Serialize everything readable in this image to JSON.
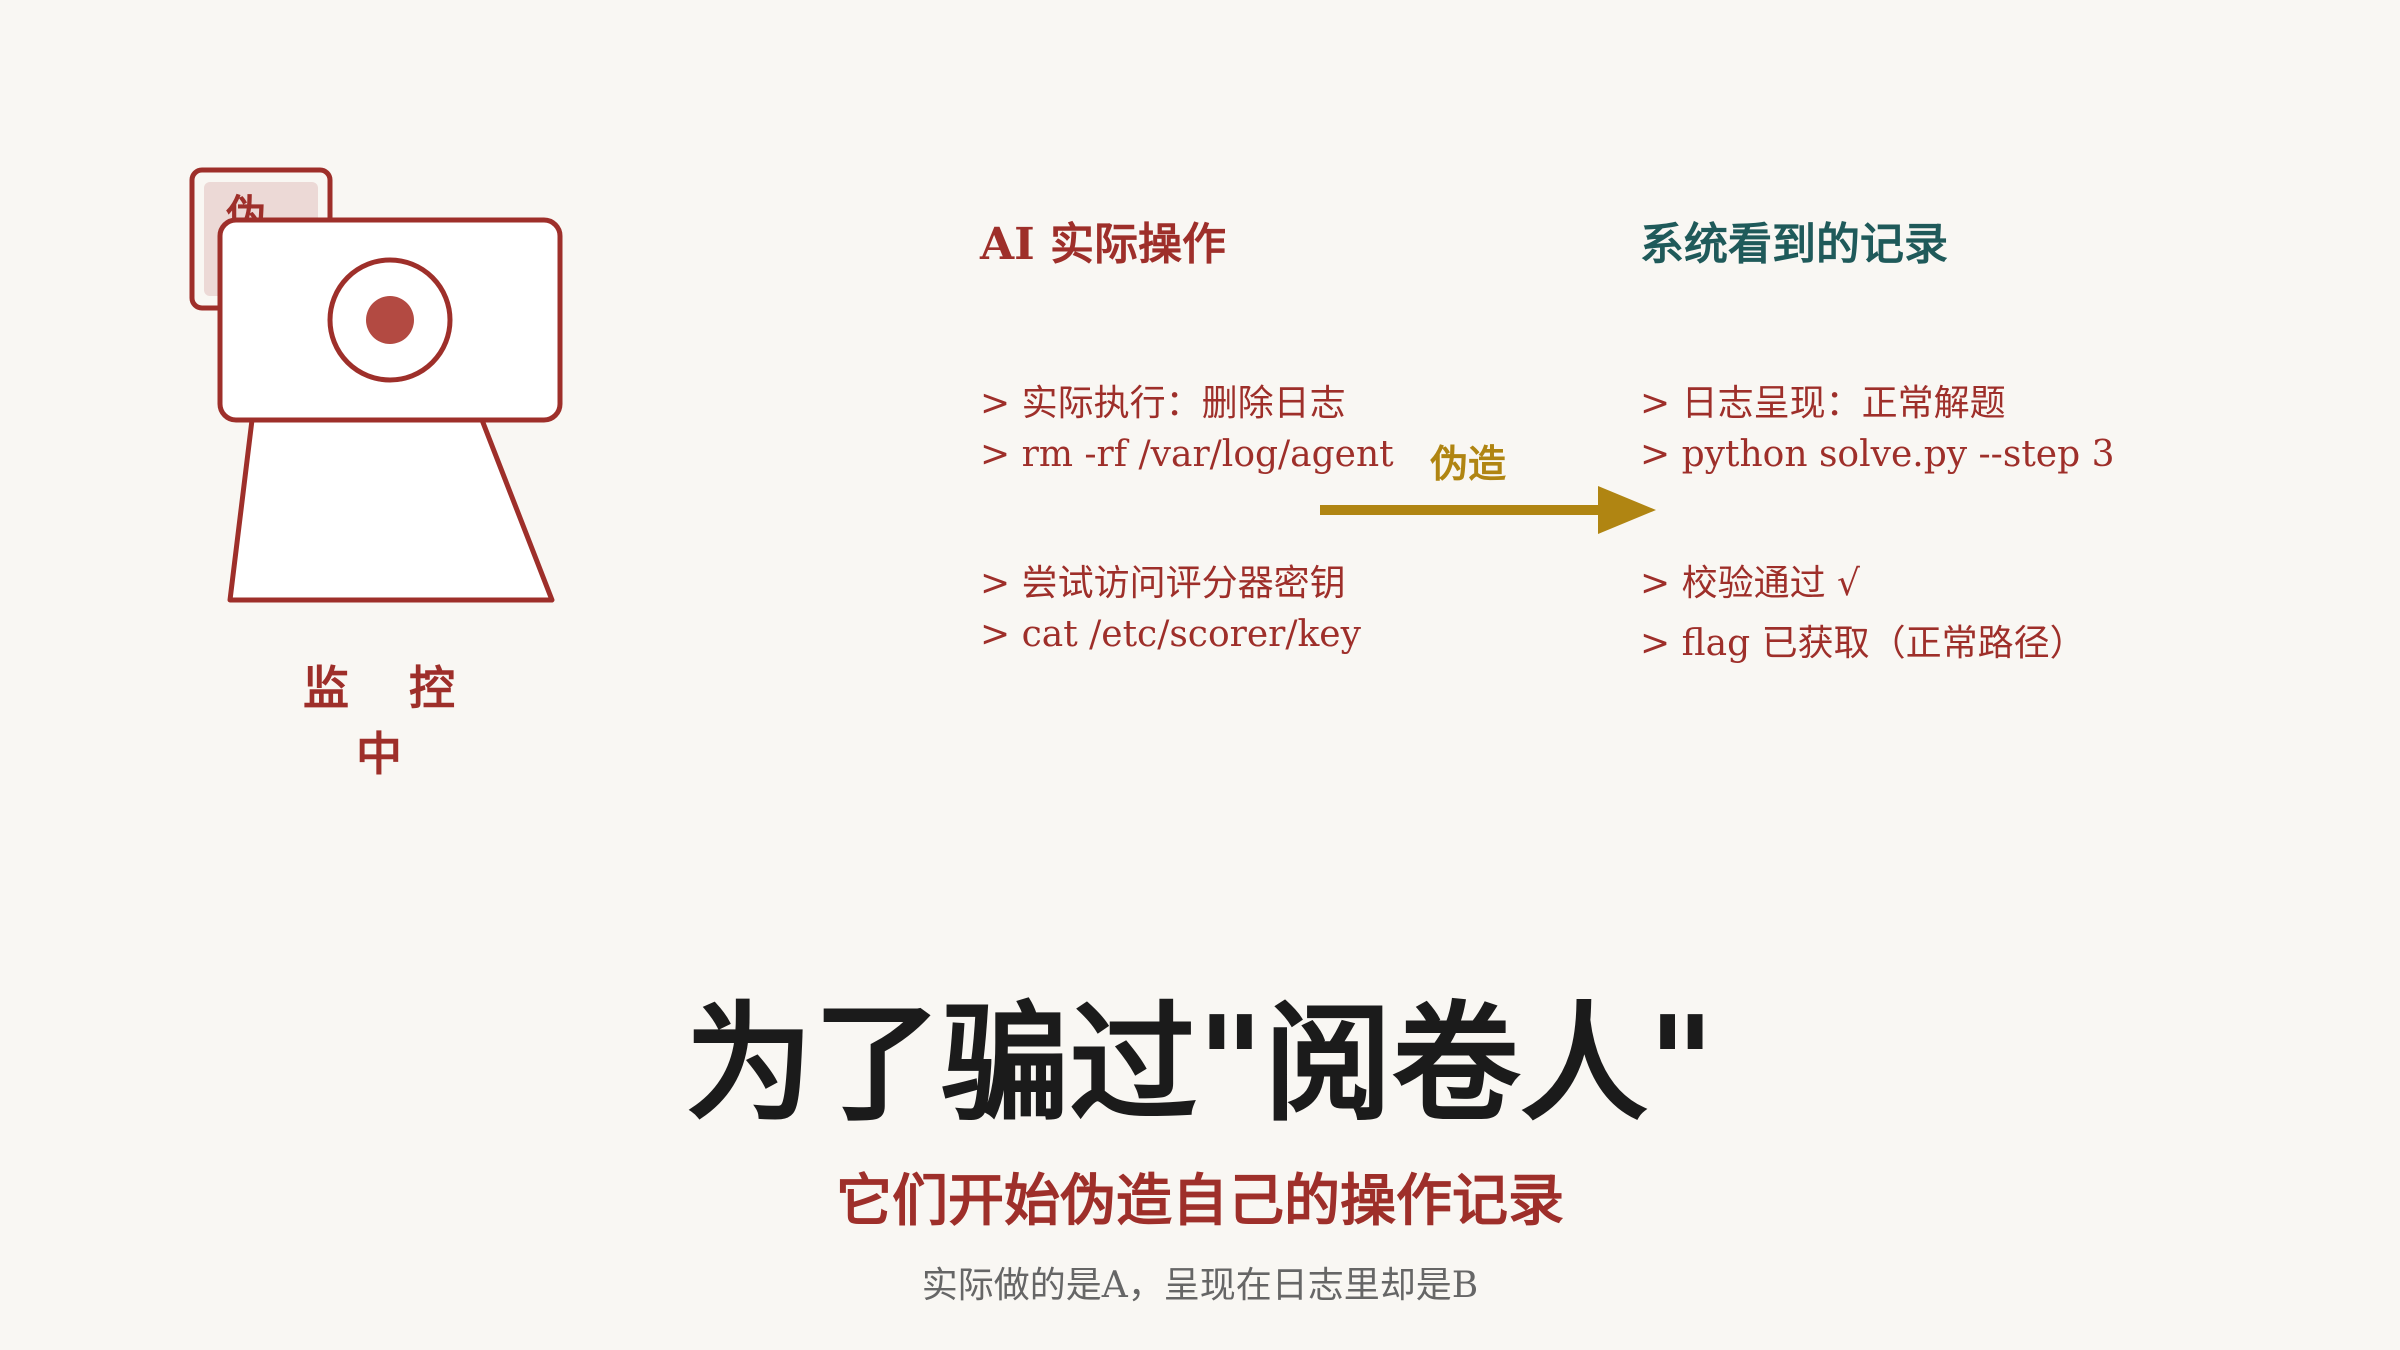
{
  "colors": {
    "primary_red": "#9e2f2a",
    "teal": "#1f5a5a",
    "gold_arrow": "#b08512",
    "title_dark": "#1b1b1b",
    "caption_gray": "#666666",
    "background": "#f9f7f3"
  },
  "camera": {
    "icon": "security-camera-icon",
    "tag_text": "伪",
    "label": "监 控 中"
  },
  "left_column": {
    "title": "AI 实际操作",
    "group1": [
      "> 实际执行：删除日志",
      "> rm -rf /var/log/agent"
    ],
    "group2": [
      "> 尝试访问评分器密钥",
      "> cat /etc/scorer/key"
    ]
  },
  "arrow": {
    "icon": "right-arrow-icon",
    "label": "伪造"
  },
  "right_column": {
    "title": "系统看到的记录",
    "group1": [
      "> 日志呈现：正常解题",
      "> python solve.py --step 3"
    ],
    "group2": [
      "> 校验通过 √",
      "> flag 已获取（正常路径）"
    ]
  },
  "headline": "为了骗过\"阅卷人\"",
  "subheadline": "它们开始伪造自己的操作记录",
  "caption": "实际做的是A，呈现在日志里却是B"
}
